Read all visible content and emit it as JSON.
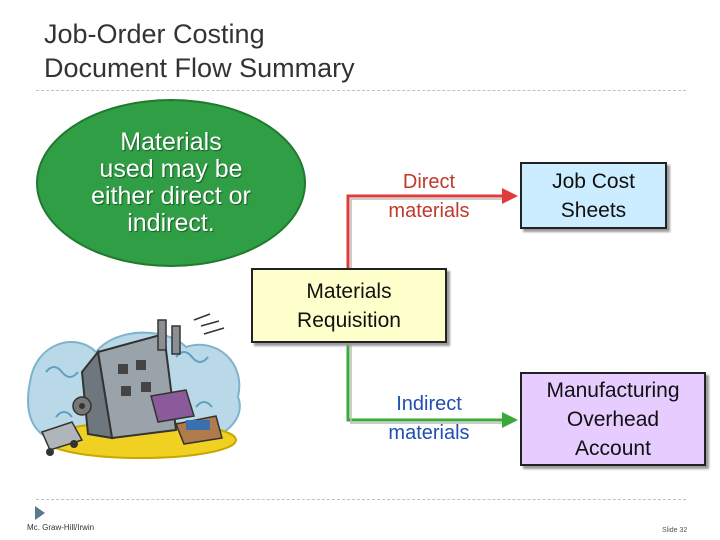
{
  "title": {
    "line1": "Job-Order Costing",
    "line2": "Document Flow Summary"
  },
  "bubble": {
    "line1": "Materials",
    "line2": "used may be",
    "line3": "either direct or",
    "line4": "indirect."
  },
  "requisition": {
    "line1": "Materials",
    "line2": "Requisition"
  },
  "direct": {
    "line1": "Direct",
    "line2": "materials"
  },
  "indirect": {
    "line1": "Indirect",
    "line2": "materials"
  },
  "job_cost": {
    "line1": "Job Cost",
    "line2": "Sheets"
  },
  "overhead": {
    "line1": "Manufacturing",
    "line2": "Overhead",
    "line3": "Account"
  },
  "footer": {
    "publisher": "Mc. Graw-Hill/Irwin",
    "slide": "Slide 32"
  },
  "colors": {
    "bubble": "#2f9e44",
    "direct_line": "#e03a3a",
    "indirect_line": "#3aa83a",
    "requisition_box": "#ffffcc",
    "job_cost_box": "#ccecff",
    "overhead_box": "#e6ccff",
    "direct_text": "#c0392b",
    "indirect_text": "#1f4fb0"
  },
  "icons": [
    "factory-clipart-icon",
    "bullet-triangle-icon"
  ]
}
